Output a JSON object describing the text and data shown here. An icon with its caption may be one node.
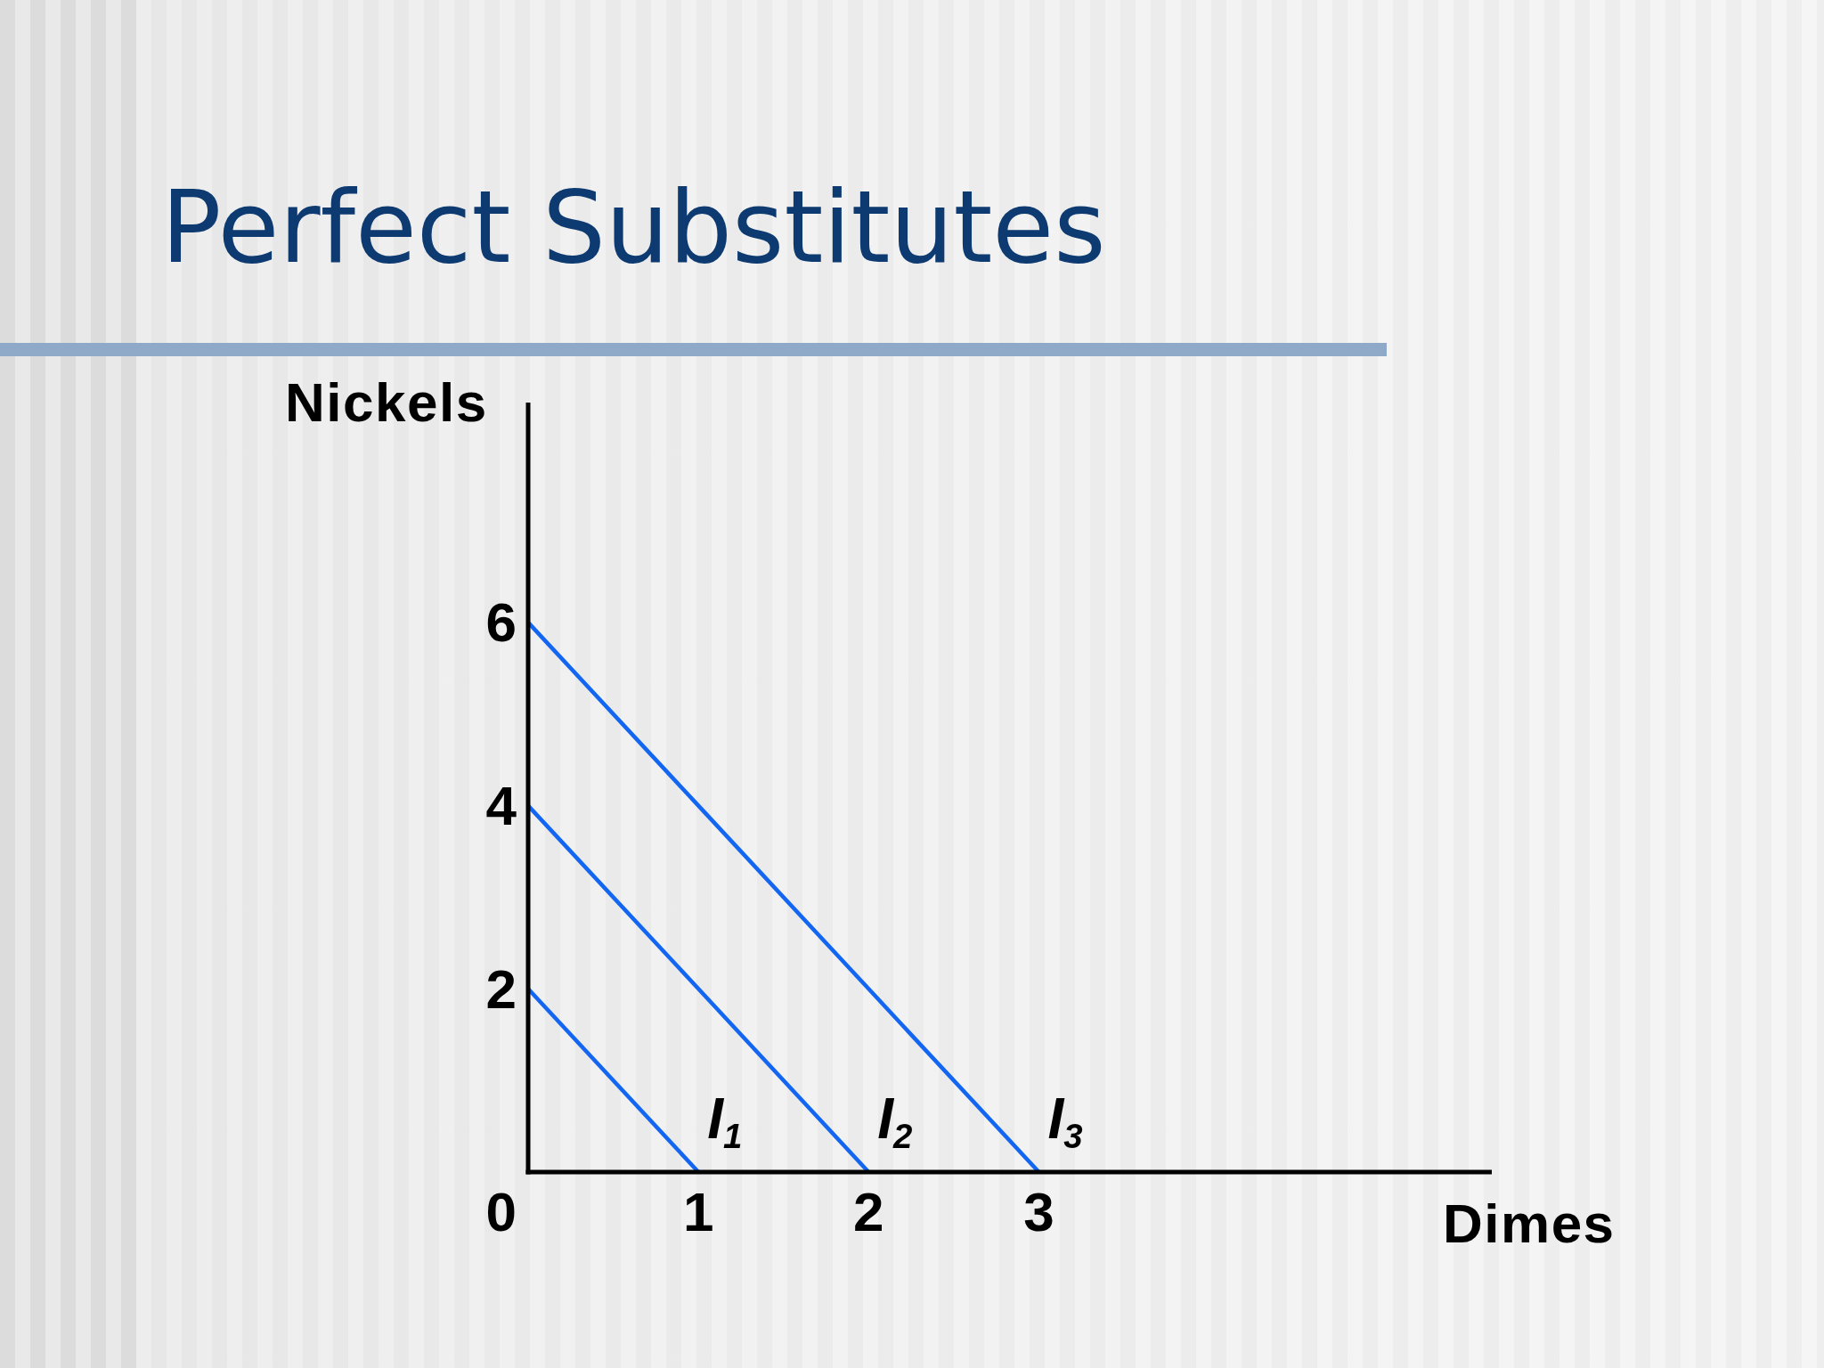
{
  "diagram": {
    "title": "Perfect Substitutes",
    "nodes": [
      {
        "text": [],
        "shape": "bar"
      }
    ],
    "labels": [
      "0"
    ],
    "chart_data": {
      "type": "line",
      "xlabel": "Dimes",
      "ylabel": "Nickels",
      "x": [
        0,
        1,
        2,
        3
      ],
      "series": [
        {
          "name": "I$_{1}$",
          "color": "#1266f1",
          "values": [
            2,
            0,
            null,
            null
          ]
        },
        {
          "name": "I$_{2}$",
          "color": "#1266f1",
          "values": [
            4,
            2,
            0,
            null
          ]
        },
        {
          "name": "I$_{3}$",
          "color": "#1266f1",
          "values": [
            6,
            4,
            2,
            0
          ]
        }
      ],
      "xlim": [
        0,
        5.66
      ],
      "ylim": [
        0,
        8.4
      ],
      "xticks": [
        1,
        2,
        3
      ],
      "yticks": [
        2,
        4,
        6
      ]
    }
  }
}
